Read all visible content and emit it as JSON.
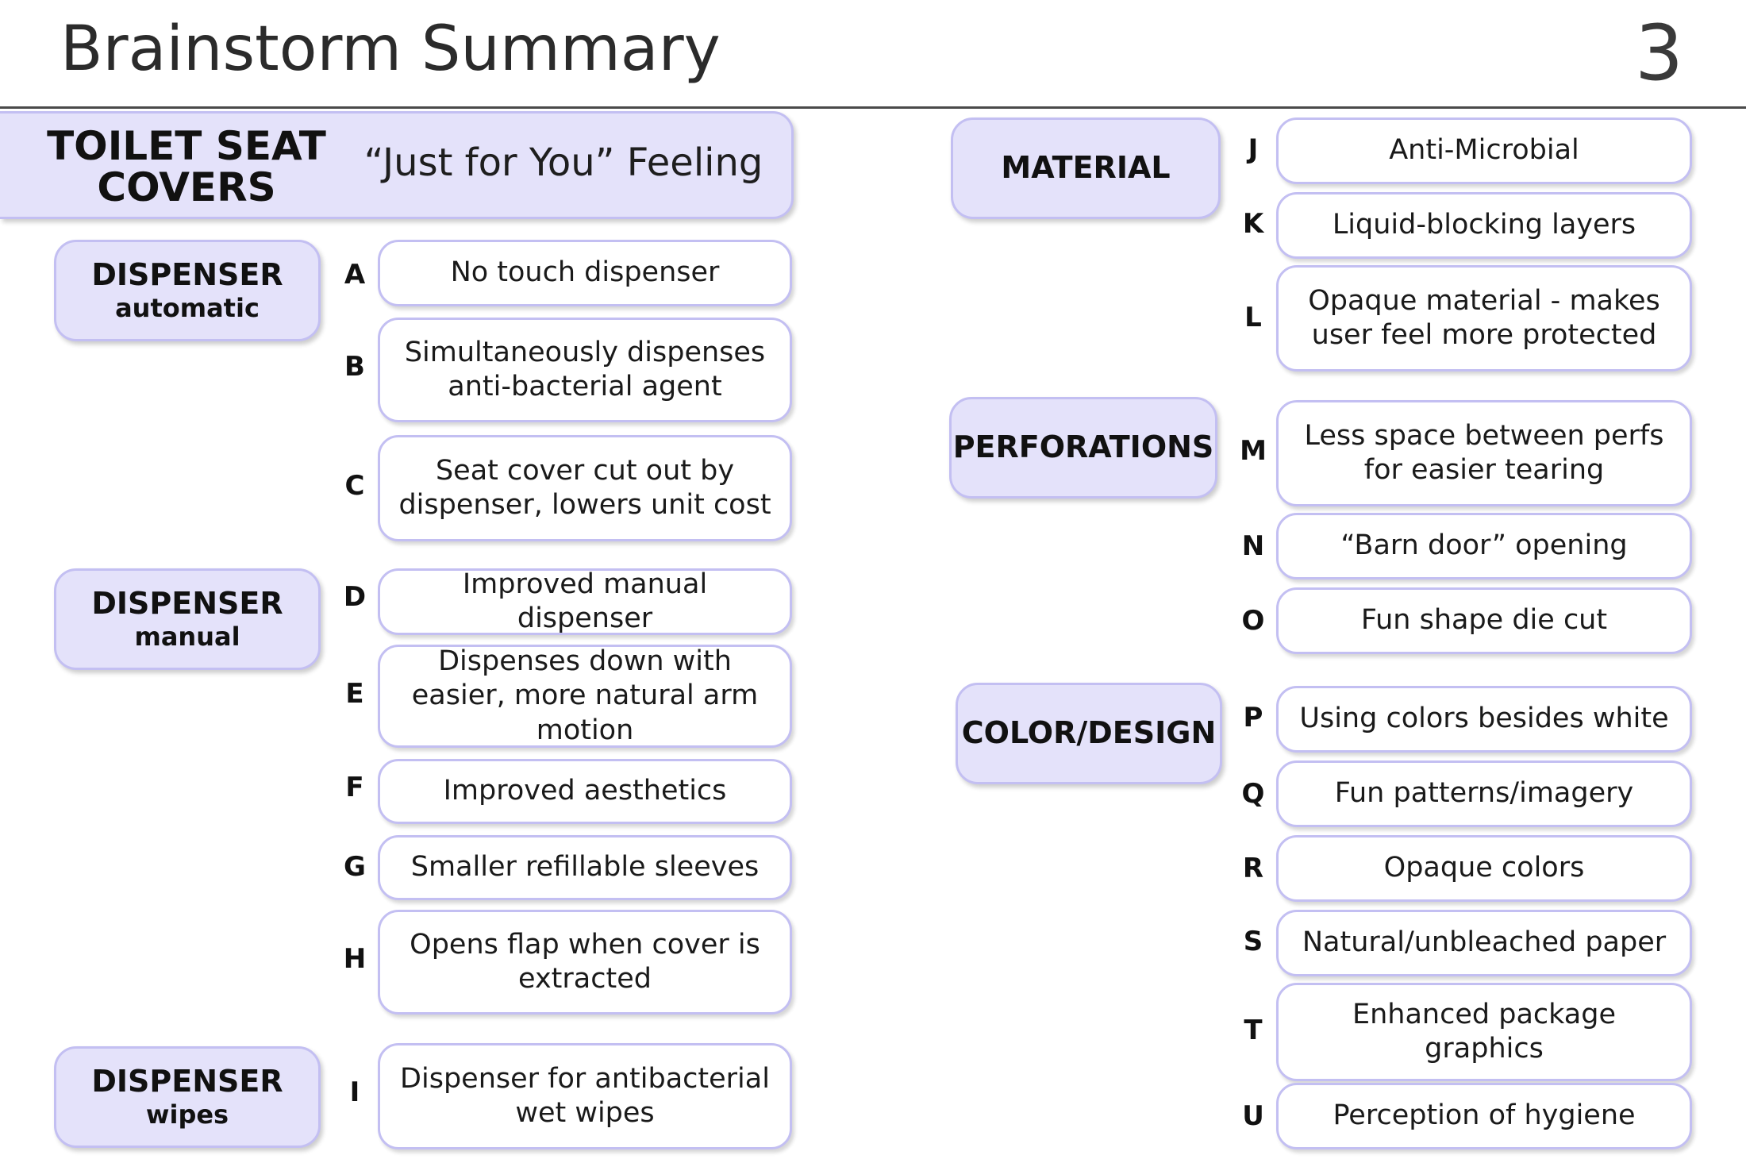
{
  "header": {
    "title": "Brainstorm Summary",
    "page_number": "3"
  },
  "banner": {
    "title": "TOILET SEAT COVERS",
    "subtitle": "“Just for You” Feeling"
  },
  "categories": [
    {
      "label": "DISPENSER",
      "sub": "automatic"
    },
    {
      "label": "DISPENSER",
      "sub": "manual"
    },
    {
      "label": "DISPENSER",
      "sub": "wipes"
    },
    {
      "label": "MATERIAL",
      "sub": ""
    },
    {
      "label": "PERFORATIONS",
      "sub": ""
    },
    {
      "label": "COLOR/DESIGN",
      "sub": ""
    }
  ],
  "ideas": [
    {
      "letter": "A",
      "text": "No touch dispenser"
    },
    {
      "letter": "B",
      "text": "Simultaneously dispenses anti-bacterial agent"
    },
    {
      "letter": "C",
      "text": "Seat cover cut out by dispenser, lowers unit cost"
    },
    {
      "letter": "D",
      "text": "Improved manual dispenser"
    },
    {
      "letter": "E",
      "text": "Dispenses down with easier, more natural arm motion"
    },
    {
      "letter": "F",
      "text": "Improved aesthetics"
    },
    {
      "letter": "G",
      "text": "Smaller refillable sleeves"
    },
    {
      "letter": "H",
      "text": "Opens flap when cover is extracted"
    },
    {
      "letter": "I",
      "text": "Dispenser for antibacterial wet wipes"
    },
    {
      "letter": "J",
      "text": "Anti-Microbial"
    },
    {
      "letter": "K",
      "text": "Liquid-blocking layers"
    },
    {
      "letter": "L",
      "text": "Opaque material  - makes user feel more protected"
    },
    {
      "letter": "M",
      "text": "Less space between perfs for easier tearing"
    },
    {
      "letter": "N",
      "text": "“Barn door” opening"
    },
    {
      "letter": "O",
      "text": "Fun shape die cut"
    },
    {
      "letter": "P",
      "text": "Using colors besides white"
    },
    {
      "letter": "Q",
      "text": "Fun patterns/imagery"
    },
    {
      "letter": "R",
      "text": "Opaque colors"
    },
    {
      "letter": "S",
      "text": "Natural/unbleached paper"
    },
    {
      "letter": "T",
      "text": "Enhanced package graphics"
    },
    {
      "letter": "U",
      "text": "Perception of hygiene"
    }
  ]
}
